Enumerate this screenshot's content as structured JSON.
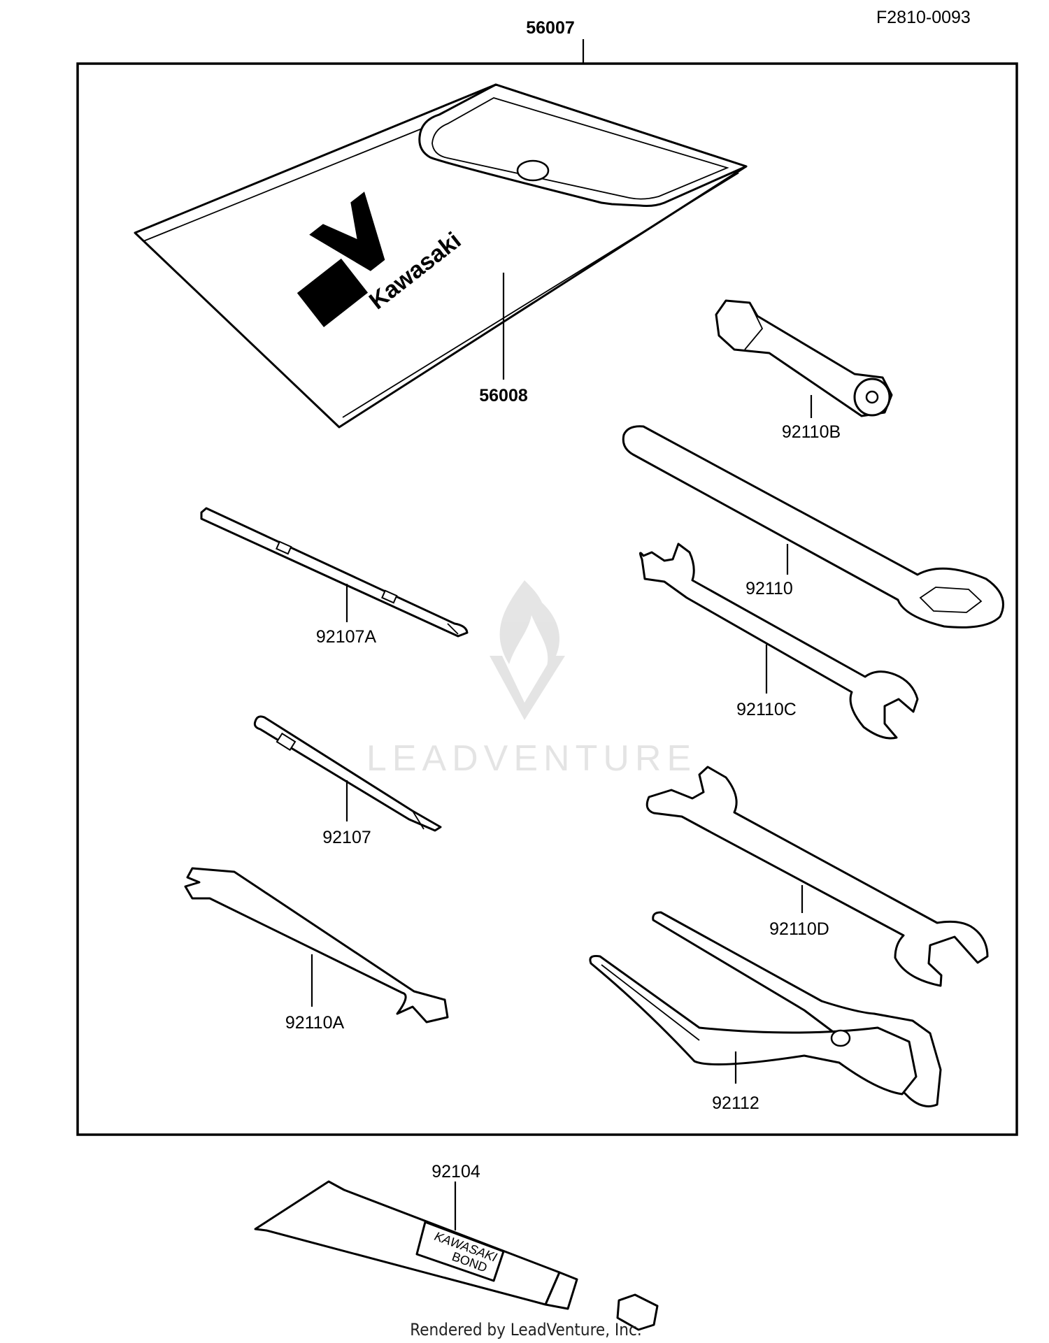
{
  "figure_code": "F2810-0093",
  "kit_label": "56007",
  "footer": "Rendered by LeadVenture, Inc.",
  "watermark": "LEADVENTURE",
  "parts": [
    {
      "id": "56008"
    },
    {
      "id": "92110B"
    },
    {
      "id": "92110"
    },
    {
      "id": "92107A"
    },
    {
      "id": "92110C"
    },
    {
      "id": "92107"
    },
    {
      "id": "92110D"
    },
    {
      "id": "92110A"
    },
    {
      "id": "92112"
    },
    {
      "id": "92104"
    }
  ],
  "tube_print": [
    "KAWASAKI",
    "BOND"
  ],
  "pouch_logo": "Kawasaki"
}
